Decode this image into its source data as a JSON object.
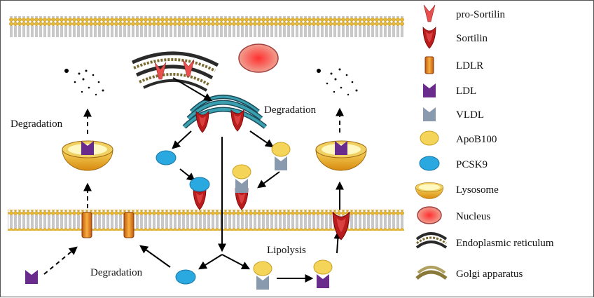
{
  "diagram": {
    "labels": {
      "degradation_left": "Degradation",
      "degradation_right": "Degradation",
      "degradation_bottom": "Degradation",
      "lipolysis": "Lipolysis"
    },
    "legend": [
      {
        "label": "pro-Sortilin",
        "icon": "pro-sortilin-icon"
      },
      {
        "label": "Sortilin",
        "icon": "sortilin-icon"
      },
      {
        "label": "LDLR",
        "icon": "ldlr-icon"
      },
      {
        "label": "LDL",
        "icon": "ldl-icon"
      },
      {
        "label": "VLDL",
        "icon": "vldl-icon"
      },
      {
        "label": "ApoB100",
        "icon": "apob100-icon"
      },
      {
        "label": "PCSK9",
        "icon": "pcsk9-icon"
      },
      {
        "label": "Lysosome",
        "icon": "lysosome-icon"
      },
      {
        "label": "Nucleus",
        "icon": "nucleus-icon"
      },
      {
        "label": "Endoplasmic reticulum",
        "icon": "er-icon"
      },
      {
        "label": "Golgi apparatus",
        "icon": "golgi-icon"
      }
    ],
    "colors": {
      "membrane": "#e8b830",
      "sortilin": "#b81c1c",
      "pro_sortilin": "#e85050",
      "ldlr": "#e88a20",
      "ldl": "#6a2c8c",
      "vldl": "#8a9aae",
      "apob100": "#f5d45a",
      "pcsk9": "#2aa8e0",
      "lysosome": "#e8a820",
      "nucleus": "#e04040",
      "er": "#2a7a8c",
      "golgi": "#8a7a3a"
    }
  }
}
